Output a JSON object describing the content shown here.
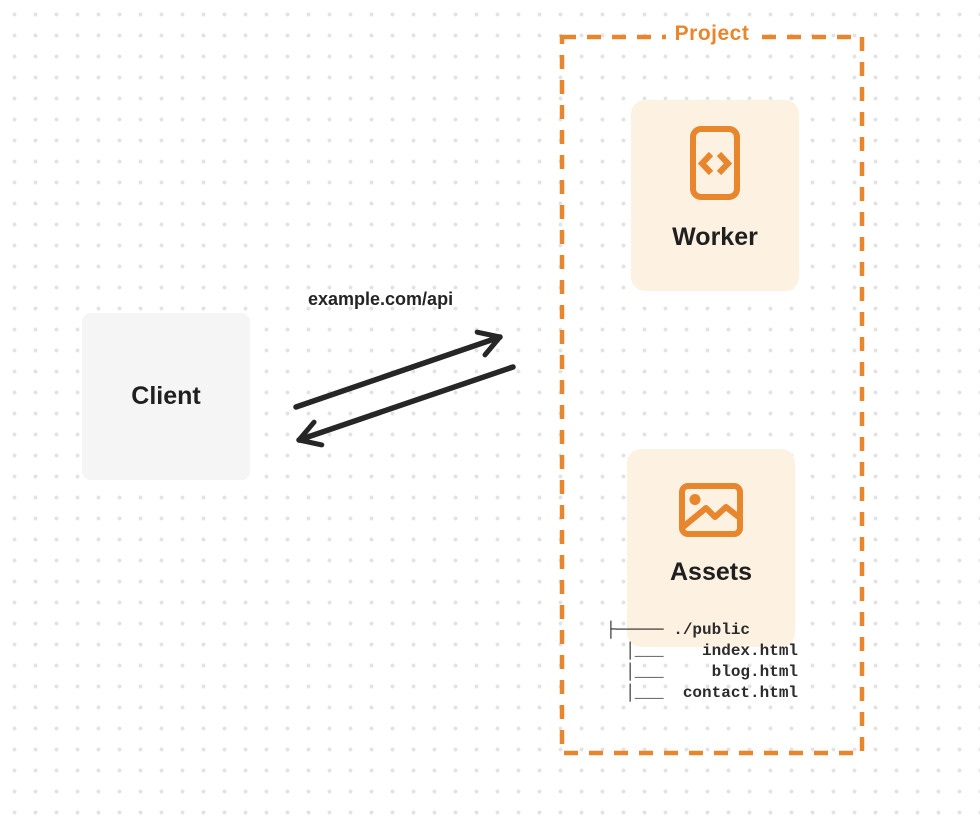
{
  "diagram": {
    "project": {
      "label": "Project"
    },
    "client": {
      "label": "Client"
    },
    "worker": {
      "label": "Worker",
      "icon": "code-document-icon"
    },
    "assets": {
      "label": "Assets",
      "icon": "image-icon"
    },
    "request_label": "example.com/api",
    "file_tree": {
      "root": "./public",
      "files": [
        "index.html",
        "blog.html",
        "contact.html"
      ],
      "text": "├───── ./public\n  │___    index.html\n  │___     blog.html\n  │___  contact.html"
    },
    "colors": {
      "accent_orange": "#e8862d",
      "card_background": "#fdf1e2",
      "client_background": "#f5f5f6",
      "arrow": "#262626",
      "text_dark": "#1f1f1f",
      "dot_grid": "#e3e3e5"
    }
  }
}
